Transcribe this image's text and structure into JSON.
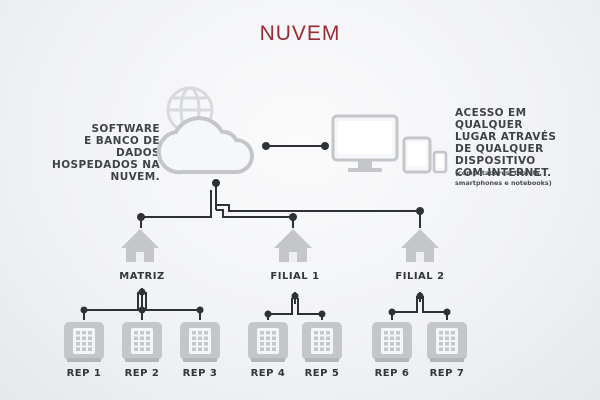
{
  "title": "NUVEM",
  "left_text": [
    "SOFTWARE",
    "E BANCO DE DADOS",
    "HOSPEDADOS NA",
    "NUVEM."
  ],
  "right_text": [
    "ACESSO EM QUALQUER",
    "LUGAR ATRAVÉS",
    "DE QUALQUER",
    "DISPOSITIVO",
    "COM INTERNET."
  ],
  "right_small": [
    "(computadores, tablets,",
    "smartphones e notebooks)"
  ],
  "branches": [
    "MATRIZ",
    "FILIAL 1",
    "FILIAL 2"
  ],
  "reps": [
    "REP 1",
    "REP 2",
    "REP 3",
    "REP 4",
    "REP 5",
    "REP 6",
    "REP 7"
  ],
  "colors": {
    "title": "#9b2b34",
    "line": "#2e3135",
    "icon": "#c4c6ca"
  }
}
